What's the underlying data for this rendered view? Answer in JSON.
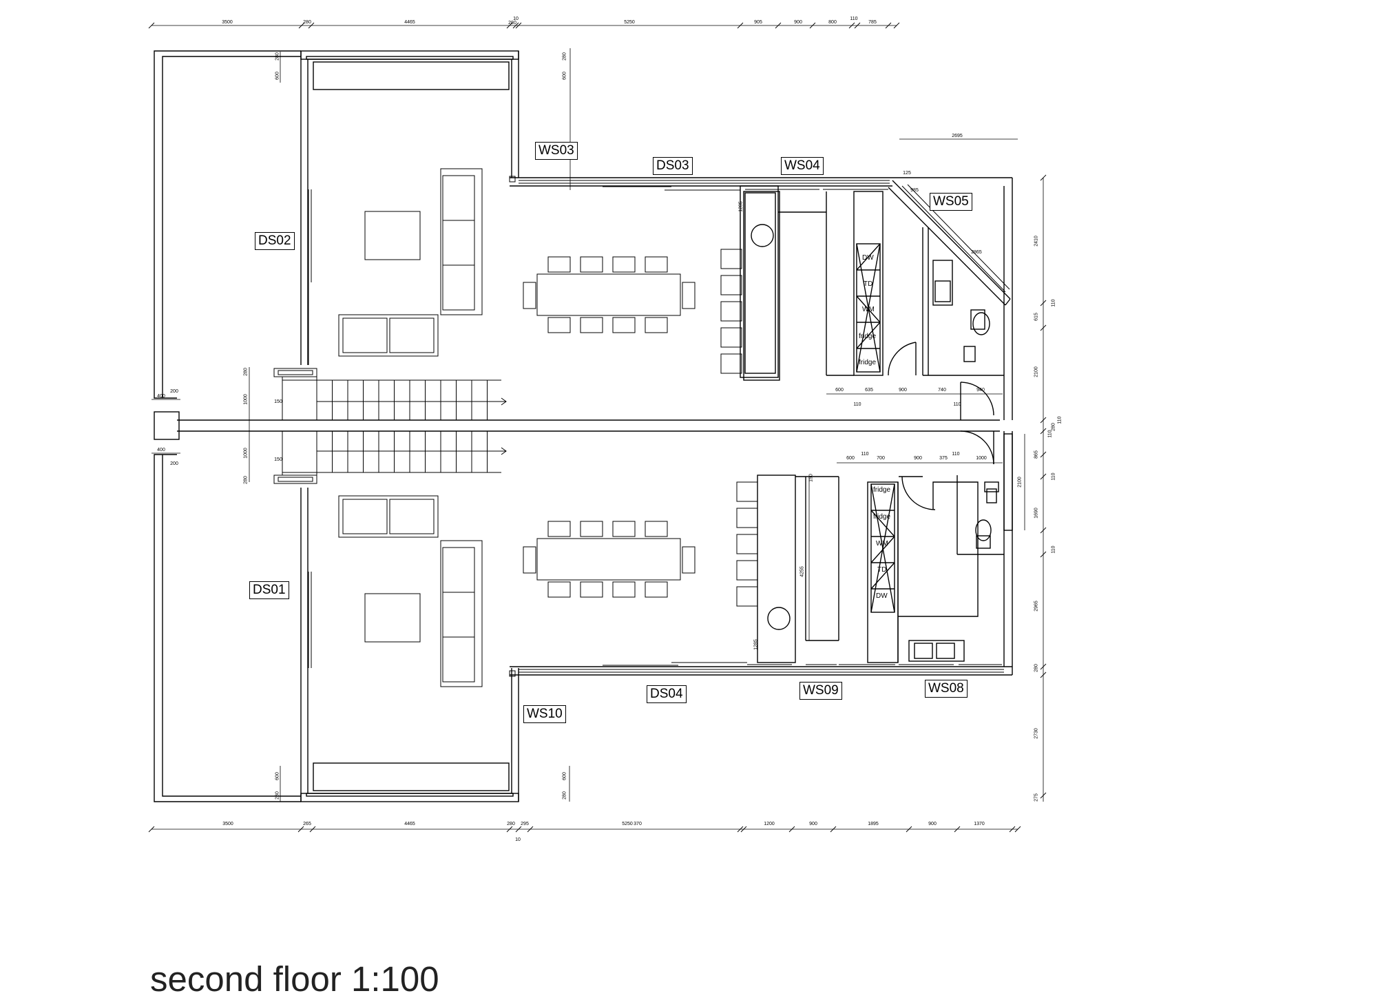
{
  "title": "second floor 1:100",
  "labels": {
    "ds02": "DS02",
    "ds01": "DS01",
    "ds03": "DS03",
    "ds04": "DS04",
    "ws03": "WS03",
    "ws04": "WS04",
    "ws05": "WS05",
    "ws08": "WS08",
    "ws09": "WS09",
    "ws10": "WS10"
  },
  "appliances": {
    "upper": [
      "DW",
      "TD",
      "WM",
      "fridge",
      "fridge"
    ],
    "lower": [
      "fridge",
      "fridge",
      "WM",
      "TD",
      "DW"
    ]
  },
  "dims": {
    "top_chain": [
      "3500",
      "280",
      "4465",
      "10",
      "280",
      "5250",
      "905",
      "900",
      "800",
      "110",
      "785"
    ],
    "bottom_chain": [
      "3500",
      "265",
      "4465",
      "280",
      "295",
      "5250",
      "370",
      "1200",
      "900",
      "1895",
      "900",
      "1370",
      "10"
    ],
    "right_top": "2695",
    "right_upper": [
      "2410",
      "110",
      "615",
      "2100",
      "110",
      "110",
      "280",
      "865",
      "110",
      "1690",
      "110",
      "2965",
      "280",
      "2730",
      "275"
    ],
    "upper_kitchen": [
      "600",
      "635",
      "900",
      "740",
      "940",
      "110",
      "110"
    ],
    "lower_kitchen": [
      "600",
      "110",
      "700",
      "900",
      "375",
      "110",
      "1000"
    ],
    "left_stair": [
      "400",
      "200",
      "400",
      "200",
      "280",
      "1000",
      "150",
      "1000",
      "150",
      "280"
    ],
    "misc": [
      "600",
      "280",
      "600",
      "280",
      "600",
      "280",
      "600",
      "280",
      "125",
      "985",
      "2865",
      "1285",
      "4255",
      "150",
      "1285",
      "2100"
    ]
  }
}
